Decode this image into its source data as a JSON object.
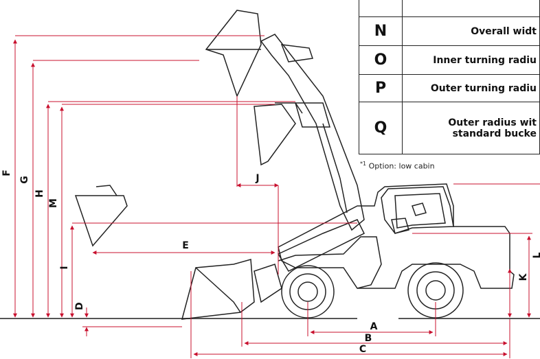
{
  "dimension_labels": {
    "A": "A",
    "B": "B",
    "C": "C",
    "D": "D",
    "E": "E",
    "F": "F",
    "G": "G",
    "H": "H",
    "I": "I",
    "J": "J",
    "K": "K",
    "L": "L",
    "M": "M"
  },
  "spec_table": {
    "rows": [
      {
        "letter": "",
        "desc": ""
      },
      {
        "letter": "N",
        "desc": "Overall widt"
      },
      {
        "letter": "O",
        "desc": "Inner turning radiu"
      },
      {
        "letter": "P",
        "desc": "Outer turning radiu"
      },
      {
        "letter": "Q",
        "desc": "Outer radius wit",
        "desc2": "standard bucke"
      }
    ]
  },
  "footnote": {
    "marker": "*1",
    "text": "Option: low cabin"
  },
  "colors": {
    "dimension_line": "#c8102e",
    "outline": "#222222",
    "ground": "#555555"
  }
}
